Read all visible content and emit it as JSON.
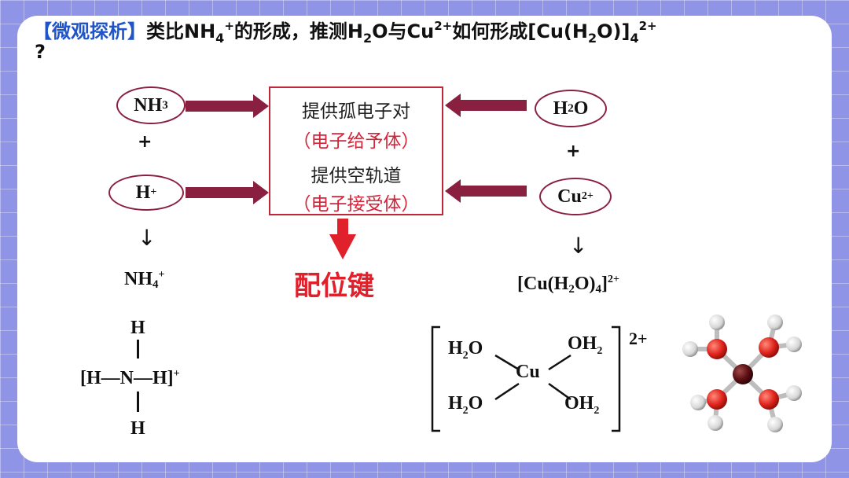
{
  "title": {
    "bracket_label": "【微观探析】",
    "text_part1": "类比NH",
    "sub_4": "4",
    "sup_plus": "+",
    "text_part2": "的形成，推测H",
    "sub_2": "2",
    "text_part3": "O与Cu",
    "sup_2plus": "2+",
    "text_part4": "如何形成[Cu(H",
    "text_part5": "O)",
    "text_part6": "]",
    "question_mark": "?"
  },
  "left_column": {
    "nh3_base": "NH",
    "nh3_sub": "3",
    "plus": "+",
    "h_base": "H",
    "h_sup": "+",
    "arrow": "↓",
    "nh4_base": "NH",
    "nh4_sub": "4",
    "nh4_sup": "+"
  },
  "right_column": {
    "h2o_base": "H",
    "h2o_sub": "2",
    "h2o_tail": "O",
    "plus": "+",
    "cu_base": "Cu",
    "cu_sup": "2+",
    "arrow": "↓",
    "complex_part1": "[Cu(H",
    "complex_sub2": "2",
    "complex_part2": "O)",
    "complex_sub4": "4",
    "complex_part3": "]",
    "complex_sup": "2+"
  },
  "center_box": {
    "line1": "提供孤电子对",
    "line2": "（电子给予体）",
    "line3": "提供空轨道",
    "line4": "（电子接受体）"
  },
  "bond_label": "配位键",
  "ammonium_structure": {
    "top_h": "H",
    "bottom_h": "H",
    "row": "[H—N—H]",
    "charge": "+"
  },
  "complex_structure": {
    "ligand_tl": "H",
    "ligand_tl_sub": "2",
    "ligand_tl_tail": "O",
    "ligand_tr": "OH",
    "ligand_tr_sub": "2",
    "ligand_bl": "H",
    "ligand_bl_sub": "2",
    "ligand_bl_tail": "O",
    "ligand_br": "OH",
    "ligand_br_sub": "2",
    "center": "Cu",
    "charge": "2+"
  },
  "colors": {
    "background": "#8f94e6",
    "oval_border": "#8a2040",
    "arrow_fill": "#8a2040",
    "box_border": "#c0263a",
    "red_text": "#d4243a",
    "bond_label": "#e0202a",
    "title_bracket": "#1f55c8"
  }
}
